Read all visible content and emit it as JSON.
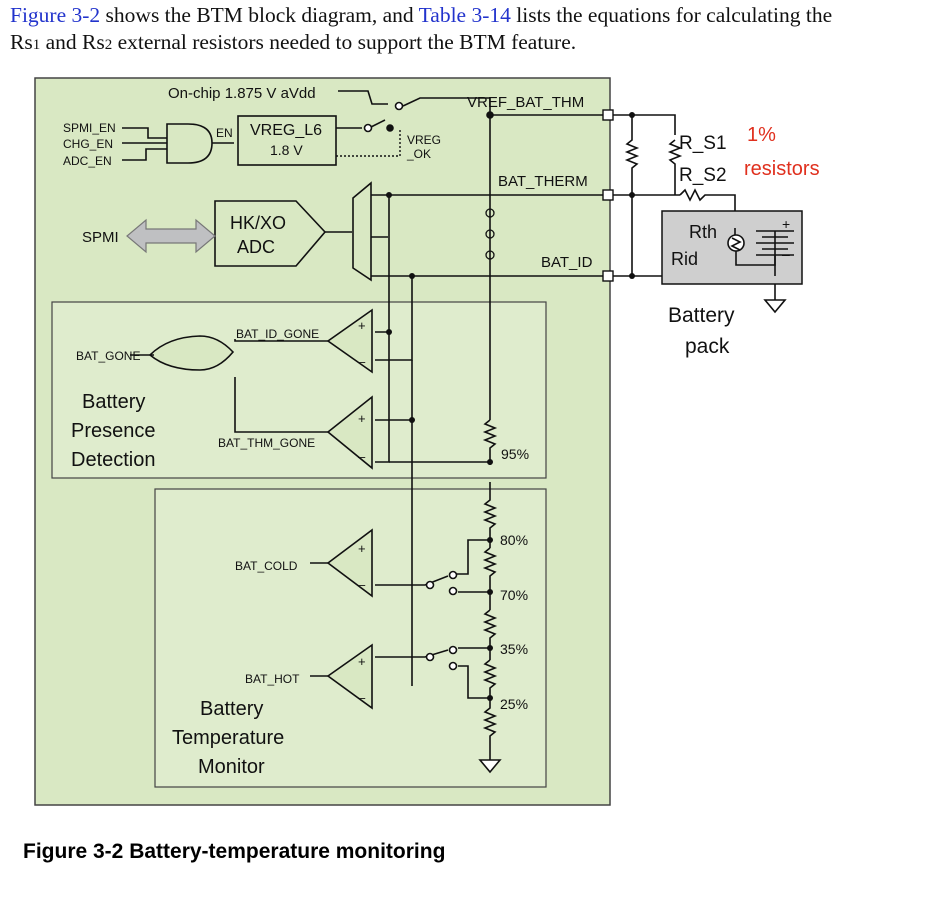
{
  "intro": {
    "fig_ref": "Figure 3-2",
    "t1": " shows the BTM block diagram, and ",
    "table_ref": "Table 3-14",
    "t2": " lists the equations for calculating the",
    "rs1_main": "Rs",
    "rs1_sub": "1",
    "t3": " and ",
    "rs2_main": "Rs",
    "rs2_sub": "2",
    "t4": " external resistors needed to support the BTM feature."
  },
  "diagram": {
    "onchip_avdd": "On-chip 1.875 V aVdd",
    "vref_bat_thm": "VREF_BAT_THM",
    "spmi_en": "SPMI_EN",
    "chg_en": "CHG_EN",
    "adc_en": "ADC_EN",
    "en": "EN",
    "vreg_l6": "VREG_L6",
    "vreg_volt": "1.8 V",
    "vreg_ok_1": "VREG",
    "vreg_ok_2": "_OK",
    "bat_therm": "BAT_THERM",
    "spmi": "SPMI",
    "hkxo_1": "HK/XO",
    "hkxo_2": "ADC",
    "bat_id": "BAT_ID",
    "r_s1": "R_S1",
    "r_s2": "R_S2",
    "one_percent": "1%",
    "resistors": "resistors",
    "rth": "Rth",
    "rid": "Rid",
    "battery_pack_1": "Battery",
    "battery_pack_2": "pack",
    "bat_gone": "BAT_GONE",
    "bat_id_gone": "BAT_ID_GONE",
    "bat_thm_gone": "BAT_THM_GONE",
    "presence_1": "Battery",
    "presence_2": "Presence",
    "presence_3": "Detection",
    "pct_95": "95%",
    "pct_80": "80%",
    "pct_70": "70%",
    "pct_35": "35%",
    "pct_25": "25%",
    "bat_cold": "BAT_COLD",
    "bat_hot": "BAT_HOT",
    "temp_1": "Battery",
    "temp_2": "Temperature",
    "temp_3": "Monitor",
    "plus": "+",
    "minus": "–"
  },
  "caption": "Figure 3-2 Battery-temperature monitoring",
  "colors": {
    "chip_bg": "#d9e8c3",
    "link": "#2233cc",
    "annotation": "#e0301e",
    "pack_bg": "#cfcfcf"
  }
}
